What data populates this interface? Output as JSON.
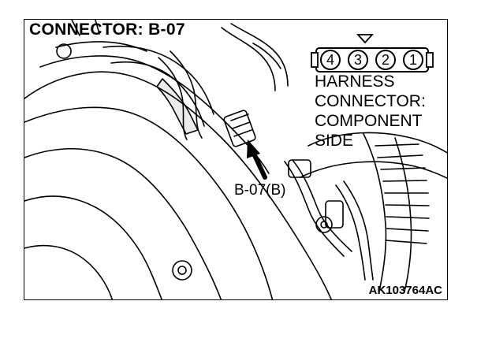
{
  "diagram": {
    "title": "CONNECTOR: B-07",
    "harness_label": [
      "HARNESS",
      "CONNECTOR:",
      "COMPONENT",
      "SIDE"
    ],
    "connector_pins": [
      "4",
      "3",
      "2",
      "1"
    ],
    "connector_callout": "B-07(B)",
    "figure_code": "AK103764AC"
  }
}
